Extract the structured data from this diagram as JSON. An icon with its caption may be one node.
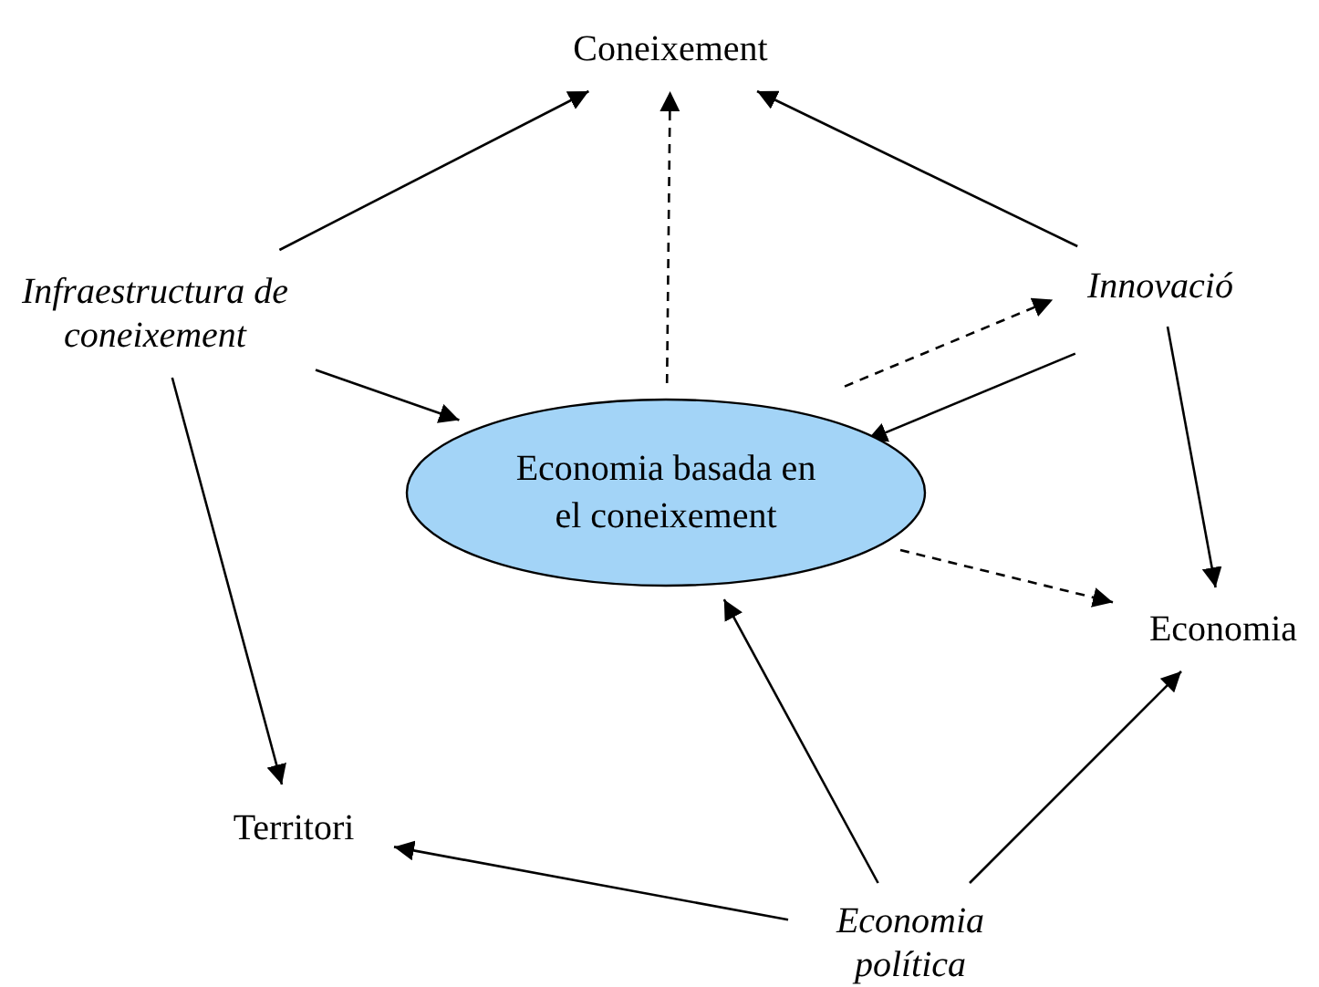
{
  "diagram": {
    "nodes": [
      {
        "text": [
          "Coneixement"
        ]
      },
      {
        "text": [
          "Infraestructura de coneixement"
        ]
      },
      {
        "text": [
          "Innovació"
        ]
      },
      {
        "text": [
          "Economia basada en el coneixement"
        ]
      },
      {
        "text": [
          "Economia"
        ]
      },
      {
        "text": [
          "Territori"
        ]
      },
      {
        "text": [
          "Economia política"
        ]
      }
    ],
    "edges": [
      {
        "from": 1,
        "to": 0,
        "arrow": "to"
      },
      {
        "from": 3,
        "to": 0,
        "arrow": "to",
        "style": "dashed"
      },
      {
        "from": 2,
        "to": 0,
        "arrow": "to"
      },
      {
        "from": 1,
        "to": 3,
        "arrow": "to"
      },
      {
        "from": 3,
        "to": 2,
        "arrow": "to",
        "style": "dashed"
      },
      {
        "from": 2,
        "to": 3,
        "arrow": "to"
      },
      {
        "from": 2,
        "to": 4,
        "arrow": "to"
      },
      {
        "from": 3,
        "to": 4,
        "arrow": "to",
        "style": "dashed"
      },
      {
        "from": 1,
        "to": 5,
        "arrow": "to"
      },
      {
        "from": 6,
        "to": 3,
        "arrow": "to"
      },
      {
        "from": 6,
        "to": 5,
        "arrow": "to"
      },
      {
        "from": 6,
        "to": 4,
        "arrow": "to"
      }
    ]
  }
}
